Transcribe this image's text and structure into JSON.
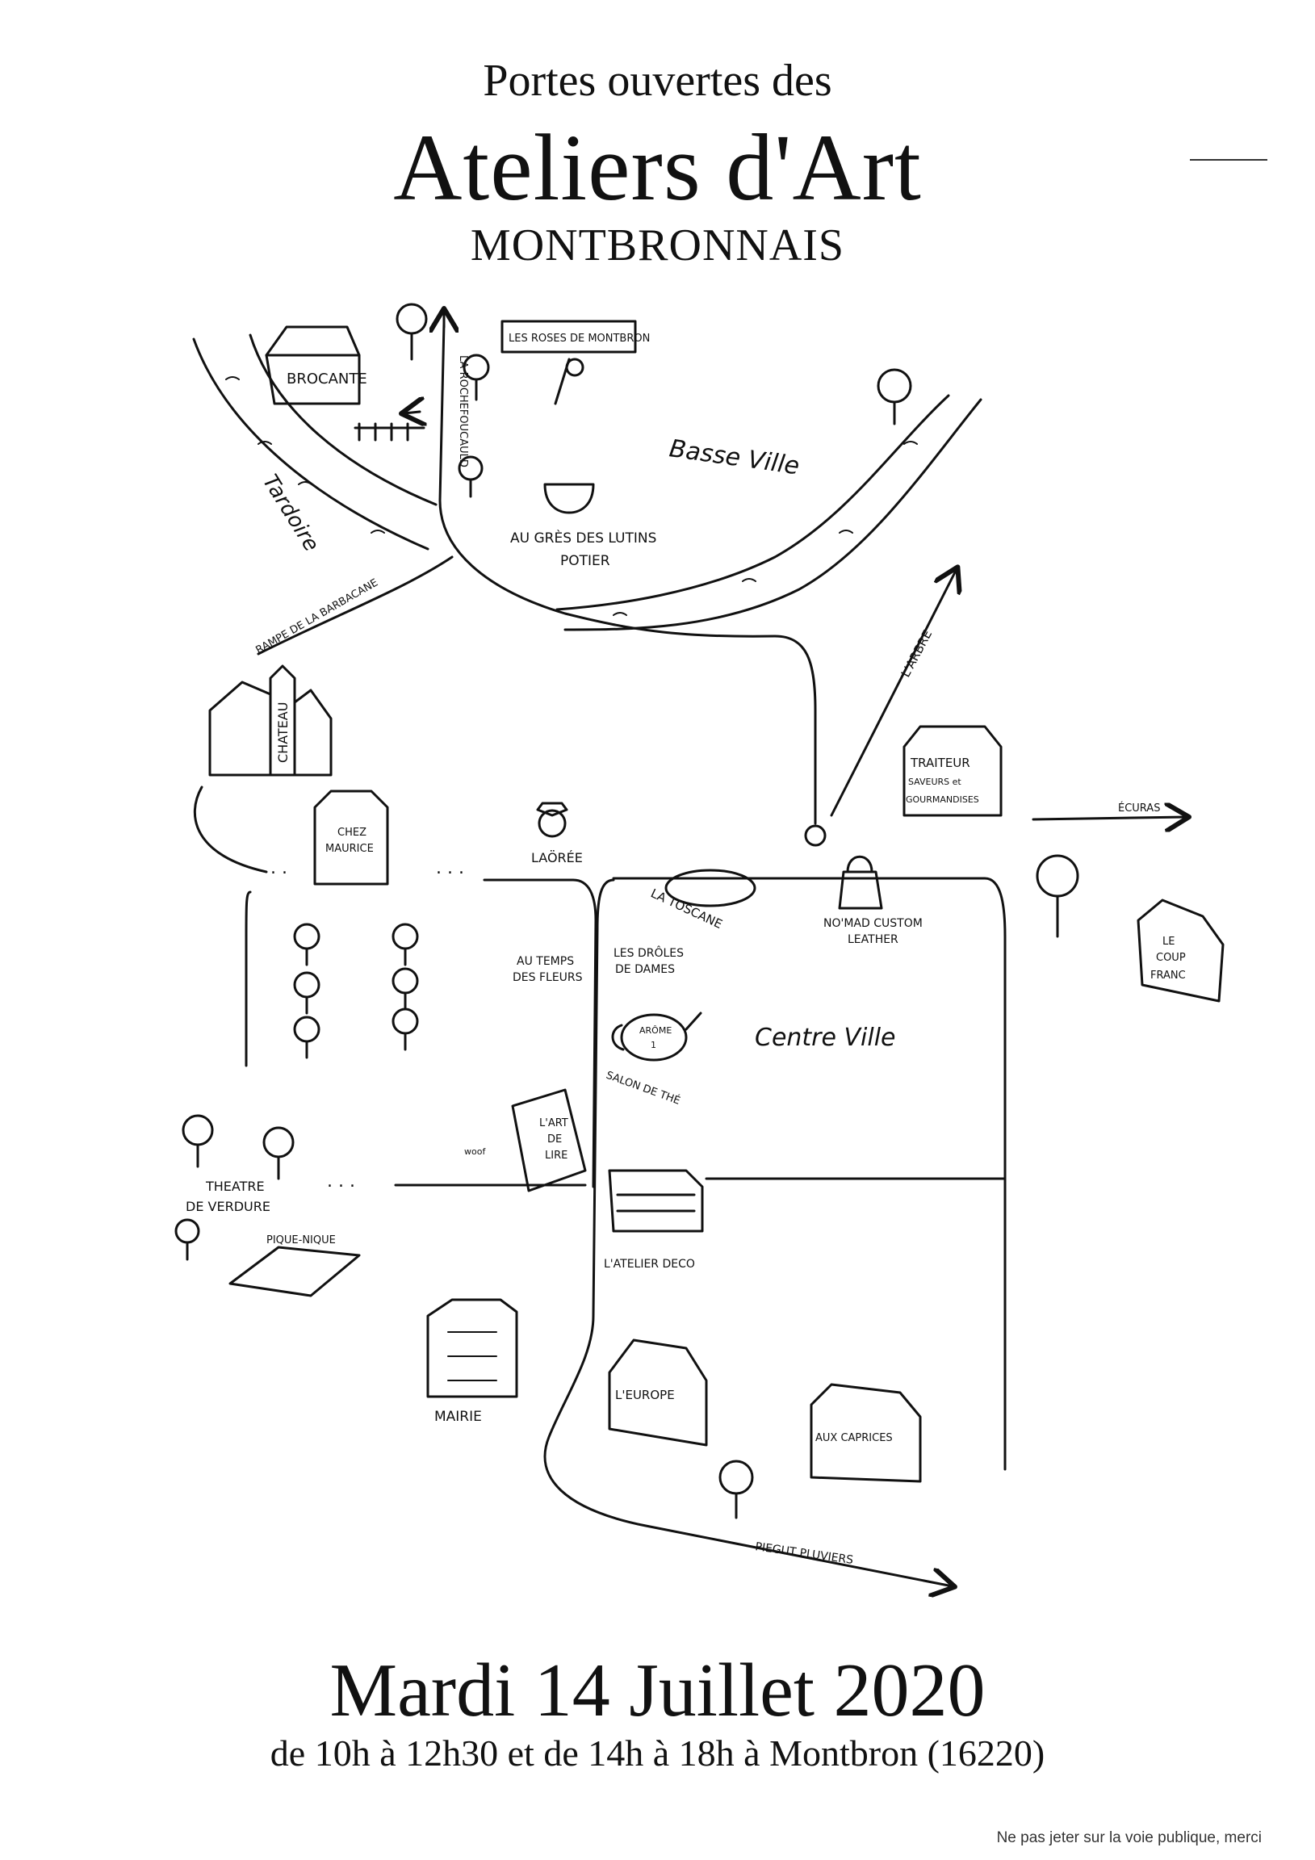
{
  "header": {
    "pretitle": "Portes ouvertes des",
    "title": "Ateliers d'Art",
    "subtitle": "MONTBRONNAIS"
  },
  "map": {
    "labels": {
      "brocante": "BROCANTE",
      "roses": "LES ROSES DE MONTBRON",
      "basse_ville": "Basse Ville",
      "la_rochefoucauld": "LA ROCHEFOUCAULD",
      "tardoire": "Tardoire",
      "gres_line1": "AU GRÈS DES LUTINS",
      "gres_line2": "POTIER",
      "rampe": "RAMPE DE LA BARBACANE",
      "chateau": "CHATEAU",
      "larbre": "L'ARBRE",
      "traiteur_line1": "TRAITEUR",
      "traiteur_line2": "SAVEURS et",
      "traiteur_line3": "GOURMANDISES",
      "ecuras": "ÉCURAS",
      "chez_maurice_line1": "CHEZ",
      "chez_maurice_line2": "MAURICE",
      "laoree": "LAÖRÉE",
      "la_toscane": "LA TOSCANE",
      "nomad_line1": "NO'MAD CUSTOM",
      "nomad_line2": "LEATHER",
      "coup_franc_line1": "LE",
      "coup_franc_line2": "COUP",
      "coup_franc_line3": "FRANC",
      "temps_fleurs_line1": "AU TEMPS",
      "temps_fleurs_line2": "DES FLEURS",
      "droles_line1": "LES DRÔLES",
      "droles_line2": "DE DAMES",
      "arome_line1": "ARÔME",
      "arome_line2": "1",
      "salon_the": "SALON DE THÉ",
      "centre_ville": "Centre Ville",
      "art_de_lire_line1": "L'ART",
      "art_de_lire_line2": "DE",
      "art_de_lire_line3": "LIRE",
      "theatre_line1": "THEATRE",
      "theatre_line2": "DE VERDURE",
      "woof": "woof",
      "pique_nique": "PIQUE-NIQUE",
      "atelier_deco": "L'ATELIER DECO",
      "mairie": "MAIRIE",
      "europe": "L'EUROPE",
      "aux_caprices": "AUX CAPRICES",
      "piegut": "PIEGUT PLUVIERS"
    }
  },
  "event": {
    "date": "Mardi 14 Juillet 2020",
    "hours": "de 10h à 12h30 et de 14h à 18h à Montbron (16220)"
  },
  "footer": {
    "note": "Ne pas jeter sur la voie publique, merci"
  }
}
